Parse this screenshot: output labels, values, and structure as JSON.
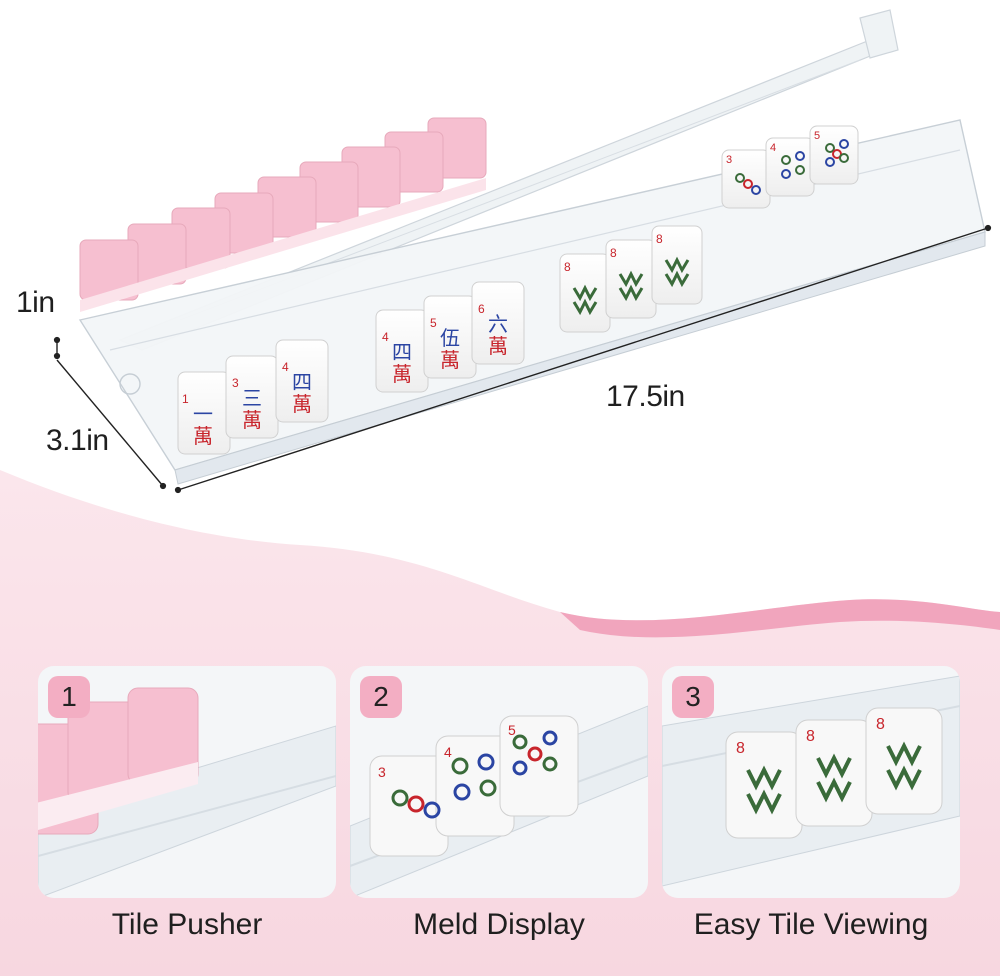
{
  "dimensions": {
    "height": "1in",
    "depth": "3.1in",
    "length": "17.5in"
  },
  "features": [
    {
      "number": "1",
      "caption": "Tile Pusher"
    },
    {
      "number": "2",
      "caption": "Meld Display"
    },
    {
      "number": "3",
      "caption": "Easy Tile Viewing"
    }
  ],
  "tiles": {
    "characters_front": [
      {
        "num": "1",
        "glyph": "一",
        "wan": "萬"
      },
      {
        "num": "3",
        "glyph": "三",
        "wan": "萬"
      },
      {
        "num": "4",
        "glyph": "四",
        "wan": "萬"
      }
    ],
    "characters_middle": [
      {
        "num": "4",
        "glyph": "四",
        "wan": "萬"
      },
      {
        "num": "5",
        "glyph": "伍",
        "wan": "萬"
      },
      {
        "num": "6",
        "glyph": "六",
        "wan": "萬"
      }
    ],
    "bamboo_num": "8",
    "dots_nums": [
      "3",
      "4",
      "5"
    ]
  },
  "colors": {
    "accent_pink": "#f3aec3",
    "tile_pink": "#f6bfd0",
    "band_pink": "#f5cfdb",
    "wave_pink": "#ee9fb7",
    "tile_red": "#c8252c",
    "tile_blue": "#2b45a3",
    "tile_green": "#3a6b3a"
  }
}
